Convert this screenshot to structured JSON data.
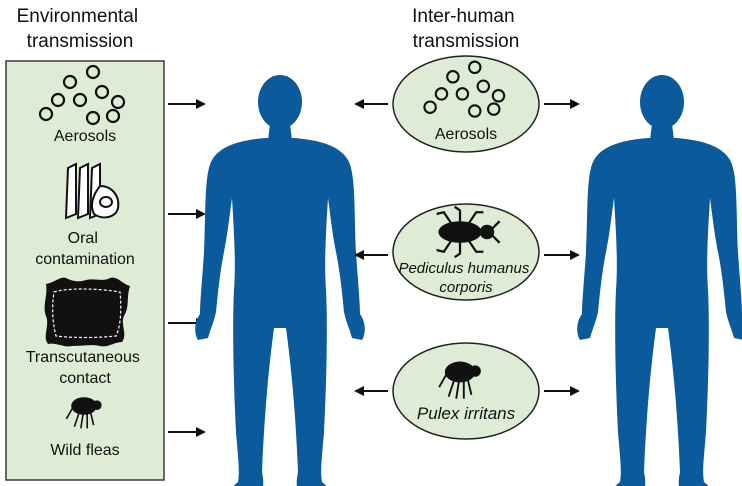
{
  "headers": {
    "environmental": [
      "Environmental",
      "transmission"
    ],
    "inter_human": [
      "Inter-human",
      "transmission"
    ]
  },
  "environmental_sources": [
    {
      "lines": [
        "Aerosols"
      ],
      "icon": "aerosol-icon"
    },
    {
      "lines": [
        "Oral",
        "contamination"
      ],
      "icon": "meat-cuts-icon"
    },
    {
      "lines": [
        "Transcutaneous",
        "contact"
      ],
      "icon": "animal-hide-icon"
    },
    {
      "lines": [
        "Wild fleas"
      ],
      "icon": "flea-icon"
    }
  ],
  "inter_human_vectors": [
    {
      "lines": [
        "Aerosols"
      ],
      "italic": false,
      "icon": "aerosol-icon"
    },
    {
      "lines": [
        "Pediculus humanus",
        "corporis"
      ],
      "italic": true,
      "icon": "louse-icon"
    },
    {
      "lines": [
        "Pulex irritans"
      ],
      "italic": true,
      "icon": "flea-icon"
    }
  ],
  "colors": {
    "panel_fill": "#dfecd5",
    "panel_stroke": "#3a3a3a",
    "human": "#0a5a9c",
    "arrow": "#111111",
    "ellipse_fill": "#dfecd5"
  }
}
